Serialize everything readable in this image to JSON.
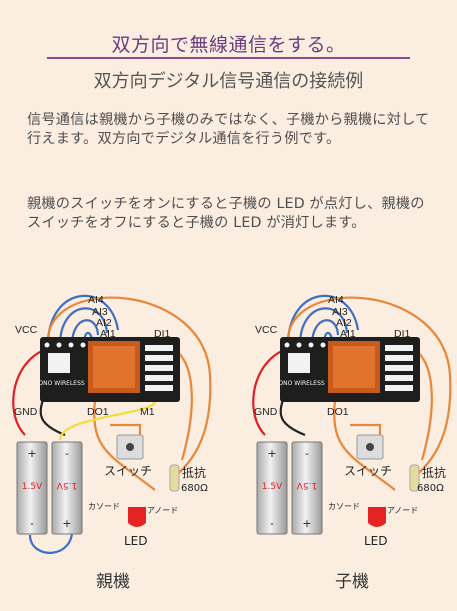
{
  "page_title": "双方向で無線通信をする。",
  "section_title": "双方向デジタル信号通信の接続例",
  "paragraphs": [
    "信号通信は親機から子機のみではなく、子機から親機に対して行えます。双方向でデジタル通信を行う例です。",
    "親機のスイッチをオンにすると子機の LED が点灯し、親機のスイッチをオフにすると子機の LED が消灯します。"
  ],
  "diagram_labels": {
    "vcc": "VCC",
    "ai4": "AI4",
    "ai3": "AI3",
    "ai2": "AI2",
    "ai1": "AI1",
    "di1": "DI1",
    "gnd": "GND",
    "do1": "DO1",
    "m1": "M1",
    "switch": "スイッチ",
    "resistor": "抵抗",
    "resistor_value": "680Ω",
    "cathode": "カソード",
    "anode": "アノード",
    "led": "LED",
    "battery_voltage": "1.5V",
    "plus": "+",
    "minus": "-",
    "module_logo": "MONO WIRELESS"
  },
  "captions": {
    "parent": "親機",
    "child": "子機"
  },
  "colors": {
    "title": "#6a3e7e",
    "rule": "#8c4c8f",
    "background": "#fbeee1",
    "wire_blue": "#3d6fc6",
    "wire_orange": "#e8873a",
    "wire_red": "#e02020",
    "wire_yellow": "#f0dd40",
    "battery": "#c9c9c9",
    "led_red": "#e52323"
  }
}
